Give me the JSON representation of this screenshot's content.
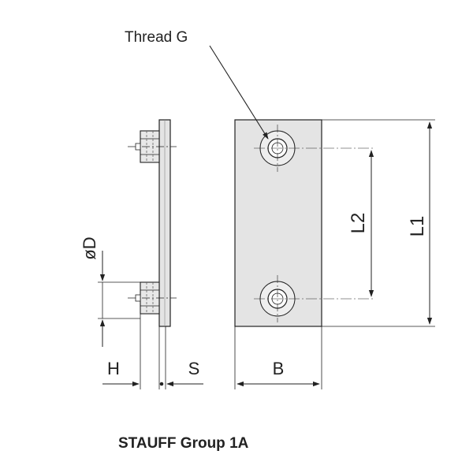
{
  "labels": {
    "thread": "Thread G",
    "diameter": "øD",
    "height": "H",
    "thickness": "S",
    "width": "B",
    "hole_spacing": "L2",
    "length": "L1"
  },
  "caption": "STAUFF Group 1A"
}
